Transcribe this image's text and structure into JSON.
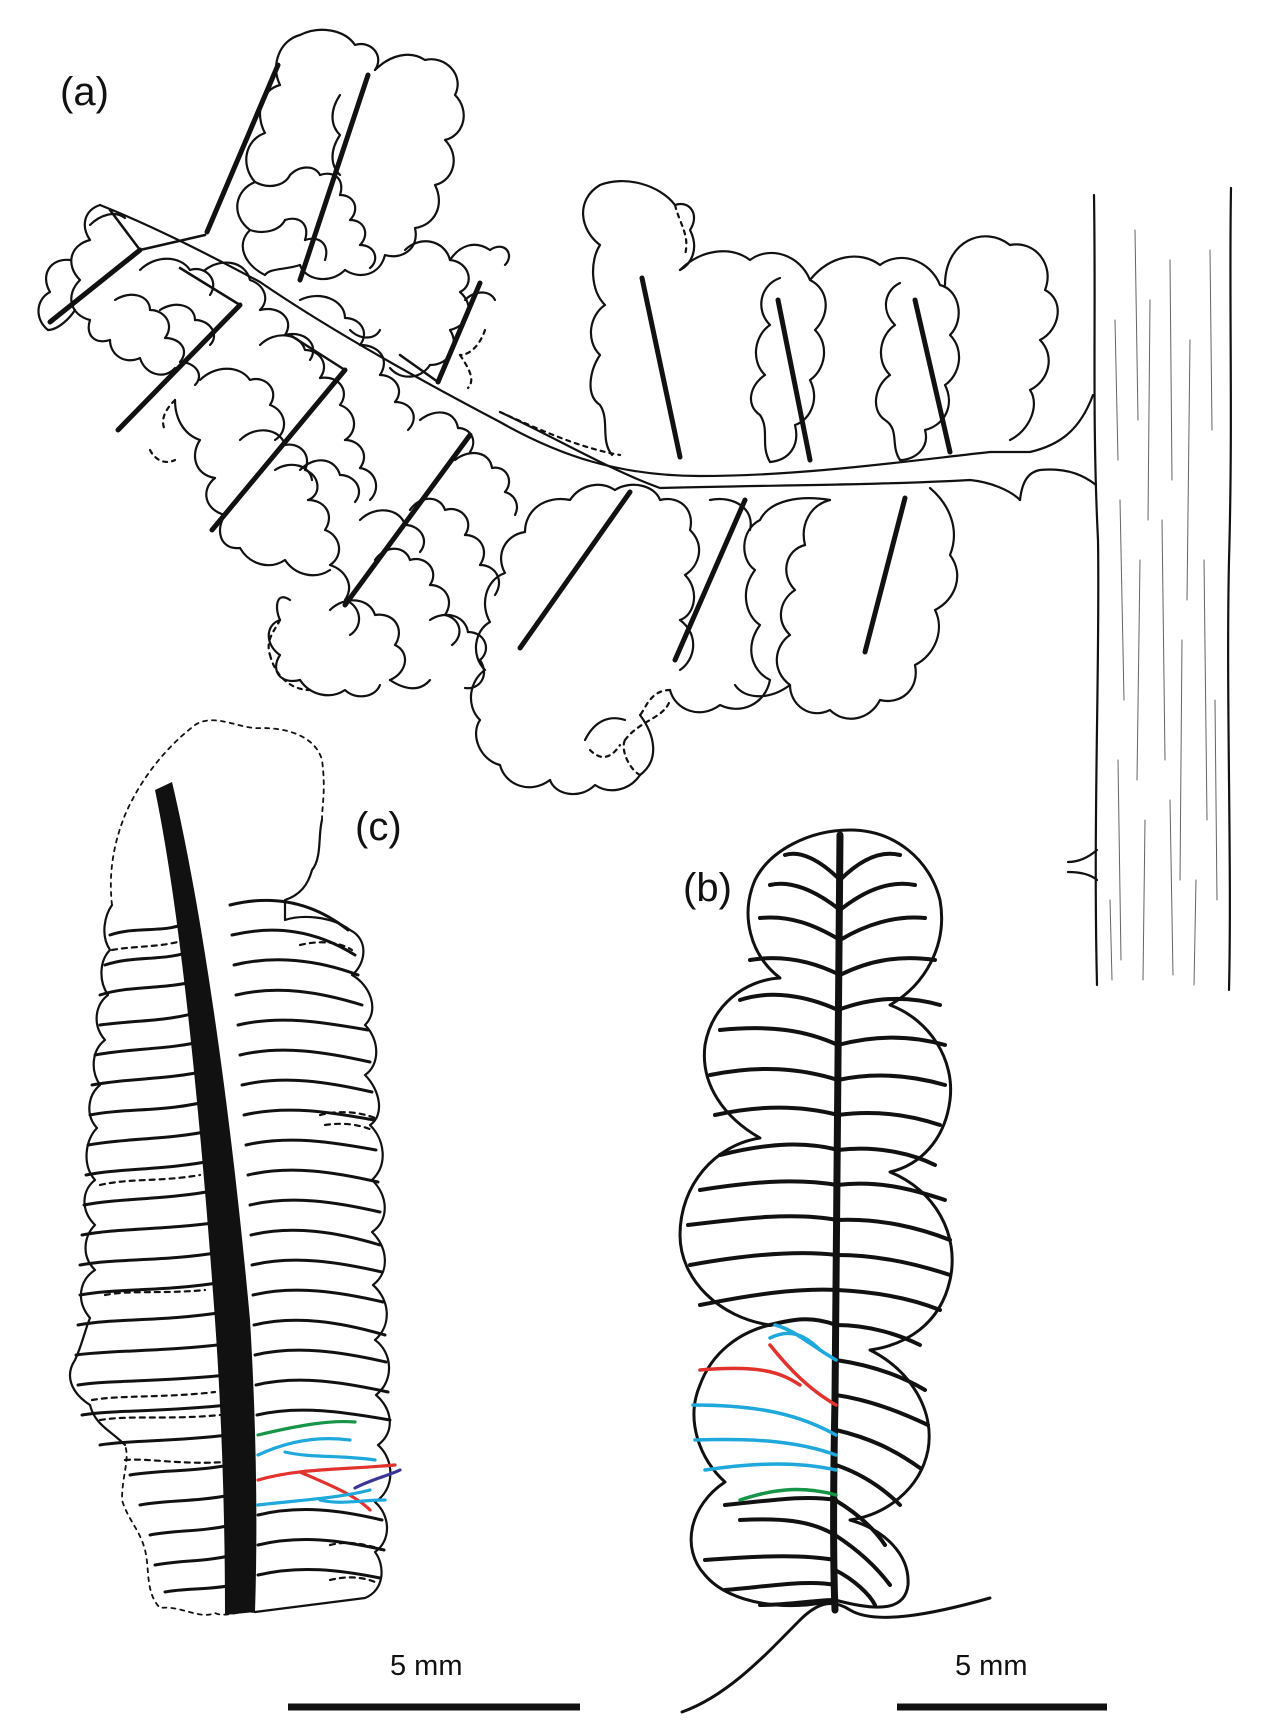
{
  "panels": {
    "a": {
      "label": "(a)"
    },
    "b": {
      "label": "(b)"
    },
    "c": {
      "label": "(c)"
    }
  },
  "scale_bars": {
    "c": {
      "text": "5 mm"
    },
    "b": {
      "text": "5 mm"
    }
  },
  "colors": {
    "outline": "#111111",
    "vein_red": "#e2322d",
    "vein_blue": "#1ea8dc",
    "vein_green": "#169447",
    "vein_purple": "#3b3596"
  }
}
